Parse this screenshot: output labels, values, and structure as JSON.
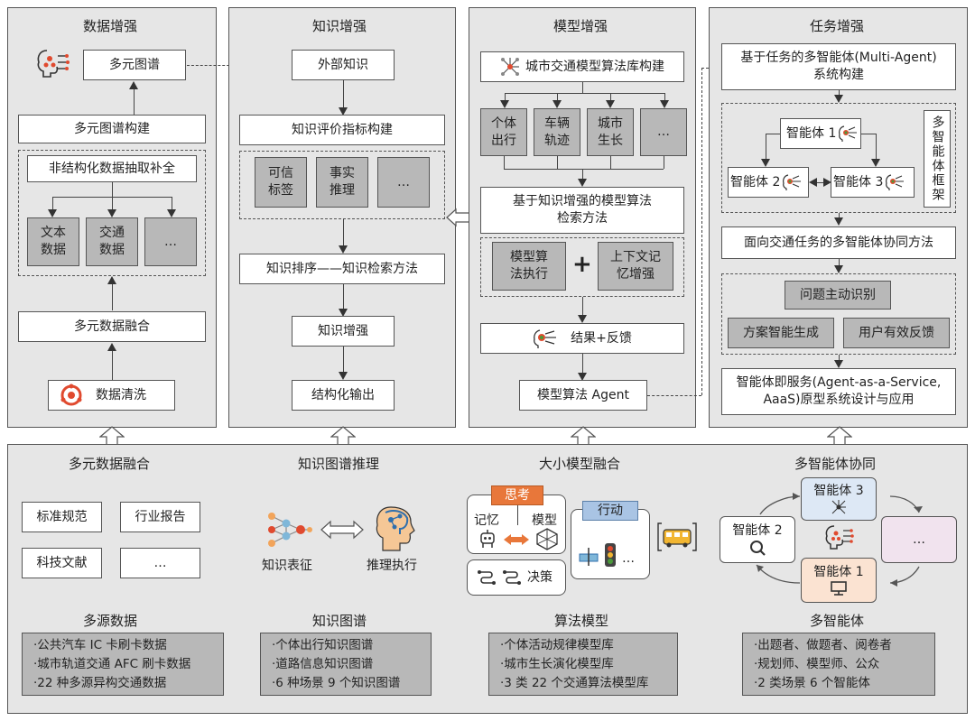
{
  "panels": {
    "data": {
      "title": "数据增强",
      "multi_graph": "多元图谱",
      "graph_build": "多元图谱构建",
      "unstructured": "非结构化数据抽取补全",
      "items": [
        "文本\n数据",
        "交通\n数据",
        "…"
      ],
      "fusion": "多元数据融合",
      "cleaning": "数据清洗"
    },
    "knowledge": {
      "title": "知识增强",
      "external": "外部知识",
      "eval_index": "知识评价指标构建",
      "items": [
        "可信\n标签",
        "事实\n推理",
        "…"
      ],
      "ranking": "知识排序——知识检索方法",
      "enhance": "知识增强",
      "structured_out": "结构化输出"
    },
    "model": {
      "title": "模型增强",
      "library": "城市交通模型算法库构建",
      "items": [
        "个体\n出行",
        "车辆\n轨迹",
        "城市\n生长",
        "…"
      ],
      "retrieval": "基于知识增强的模型算法\n检索方法",
      "exec": "模型算\n法执行",
      "plus": "+",
      "memory": "上下文记\n忆增强",
      "result": "结果+反馈",
      "agent": "模型算法 Agent"
    },
    "task": {
      "title": "任务增强",
      "multi_agent_build": "基于任务的多智能体(Multi-Agent)\n系统构建",
      "agent1": "智能体 1",
      "agent2": "智能体 2",
      "agent3": "智能体 3",
      "framework": "多智能体框架",
      "collab_method": "面向交通任务的多智能体协同方法",
      "identify": "问题主动识别",
      "generate": "方案智能生成",
      "feedback": "用户有效反馈",
      "aaas": "智能体即服务(Agent-as-a-Service,\nAaaS)原型系统设计与应用"
    }
  },
  "bottom": {
    "col1": {
      "title": "多元数据融合",
      "boxes": [
        "标准规范",
        "行业报告",
        "科技文献",
        "…"
      ],
      "sub_title": "多源数据",
      "list": [
        "·公共汽车 IC 卡刷卡数据",
        "·城市轨道交通 AFC 刷卡数据",
        "·22 种多源异构交通数据"
      ]
    },
    "col2": {
      "title": "知识图谱推理",
      "left_label": "知识表征",
      "right_label": "推理执行",
      "sub_title": "知识图谱",
      "list": [
        "·个体出行知识图谱",
        "·道路信息知识图谱",
        "·6 种场景 9 个知识图谱"
      ]
    },
    "col3": {
      "title": "大小模型融合",
      "think": "思考",
      "memory": "记忆",
      "model": "模型",
      "decision": "决策",
      "action": "行动",
      "more": "…",
      "sub_title": "算法模型",
      "list": [
        "·个体活动规律模型库",
        "·城市生长演化模型库",
        "·3 类 22 个交通算法模型库"
      ]
    },
    "col4": {
      "title": "多智能体协同",
      "agent1": "智能体 1",
      "agent2": "智能体 2",
      "agent3": "智能体 3",
      "more": "…",
      "sub_title": "多智能体",
      "list": [
        "·出题者、做题者、阅卷者",
        "·规划师、模型师、公众",
        "·2 类场景 6 个智能体"
      ]
    }
  },
  "colors": {
    "panel_bg": "#e6e6e6",
    "gray_box": "#b8b8b8",
    "think_orange": "#e8773a",
    "action_blue": "#a9c4e4",
    "agent3_blue": "#dde8f5",
    "agent1_peach": "#fbe3d2",
    "more_pink": "#f1e3ee",
    "icon_red": "#e04a2f"
  }
}
